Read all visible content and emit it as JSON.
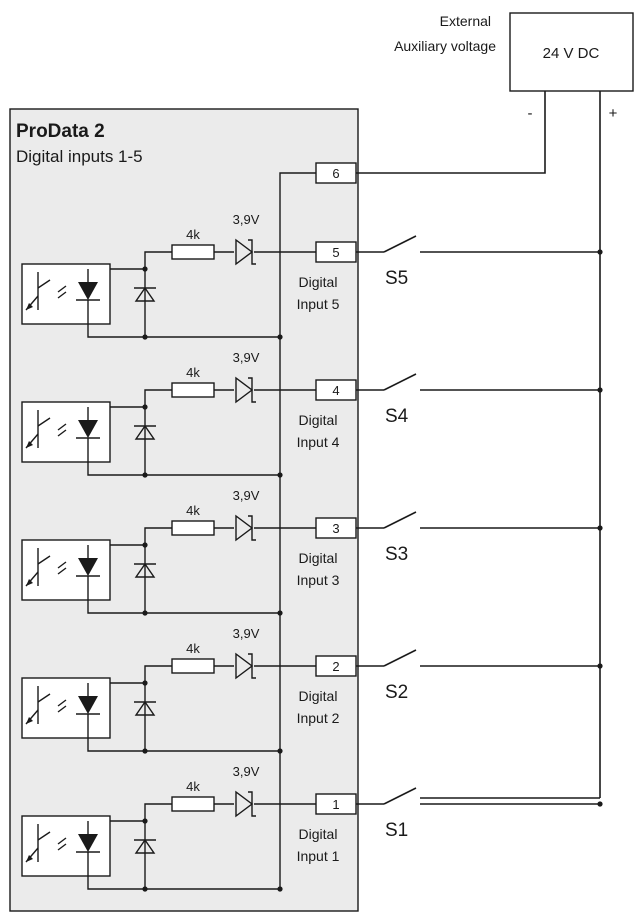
{
  "device": {
    "title": "ProData 2",
    "subtitle": "Digital inputs 1-5"
  },
  "supply": {
    "label_line1": "External",
    "label_line2": "Auxiliary voltage",
    "box_text": "24 V DC",
    "minus": "-",
    "plus": "+"
  },
  "common_terminal": "6",
  "channels": [
    {
      "terminal": "5",
      "label1": "Digital",
      "label2": "Input 5",
      "switch": "S5",
      "resistor": "4k",
      "zener": "3,9V"
    },
    {
      "terminal": "4",
      "label1": "Digital",
      "label2": "Input 4",
      "switch": "S4",
      "resistor": "4k",
      "zener": "3,9V"
    },
    {
      "terminal": "3",
      "label1": "Digital",
      "label2": "Input 3",
      "switch": "S3",
      "resistor": "4k",
      "zener": "3,9V"
    },
    {
      "terminal": "2",
      "label1": "Digital",
      "label2": "Input 2",
      "switch": "S2",
      "resistor": "4k",
      "zener": "3,9V"
    },
    {
      "terminal": "1",
      "label1": "Digital",
      "label2": "Input 1",
      "switch": "S1",
      "resistor": "4k",
      "zener": "3,9V"
    }
  ],
  "colors": {
    "panel": "#ebebeb",
    "line": "#1a1a1a"
  }
}
